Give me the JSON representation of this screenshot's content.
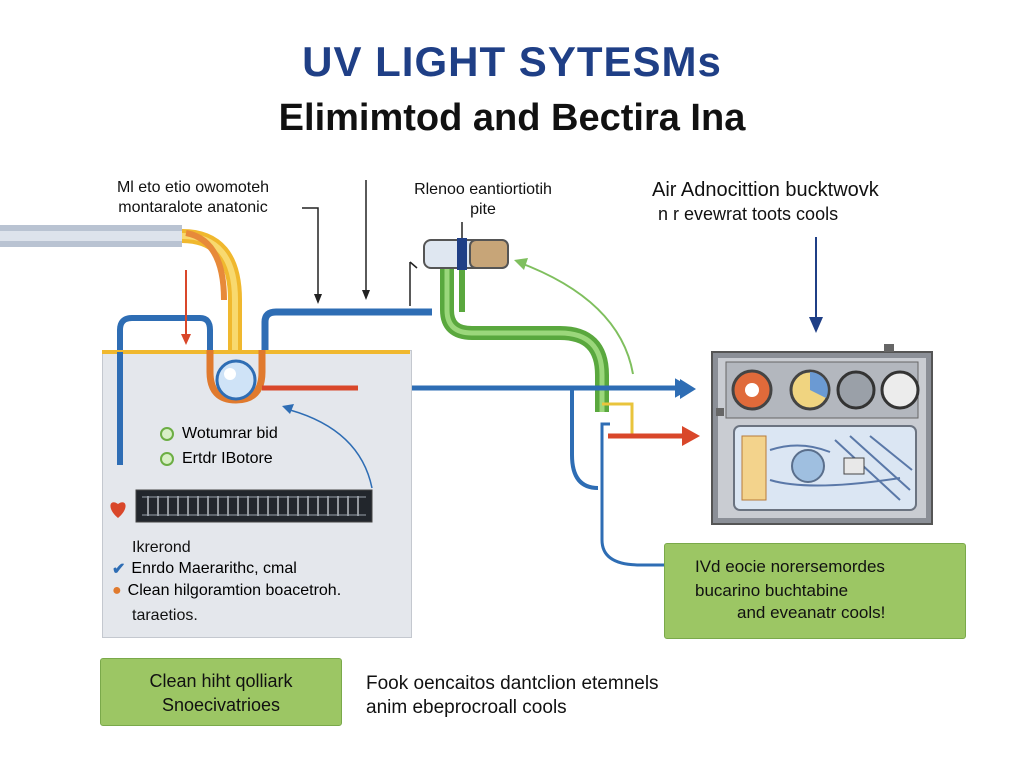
{
  "title": {
    "line1": "UV LIGHT SYTESMs",
    "line2": "Elimimtod and Bectira Ina"
  },
  "labels": {
    "top_left_1": "Ml eto etio owomoteh",
    "top_left_2": "montaralote anatonic",
    "top_mid_1": "Rlenoo eantiortiotih",
    "top_mid_2": "pite",
    "top_right_1": "Air Adnocittion bucktwovk",
    "top_right_2": "n r  evewrat toots cools"
  },
  "panel": {
    "legend": [
      "Wotumrar bid",
      "Ertdr IBotore"
    ],
    "section_title": "Ikrerond",
    "checklist": [
      {
        "mark": "check",
        "text": "Enrdo Maerarithc, cmal"
      },
      {
        "mark": "circle",
        "text": "Clean hilgoramtion boacetroh."
      },
      {
        "mark": "none",
        "text": "taraetios."
      }
    ]
  },
  "right_badge": {
    "line1": "IVd eocie norersemordes",
    "line2": "bucarino buchtabine",
    "line3": "and eveanatr cools!"
  },
  "bottom_left_badge": {
    "line1": "Clean hiht qolliark",
    "line2": "Snoecivatrioes"
  },
  "bottom_text": {
    "line1": "Fook oencaitos dantclion etemnels",
    "line2": "anim ebeprocroall cools"
  },
  "colors": {
    "title_blue": "#1f3f86",
    "pipe_blue": "#2e6db4",
    "pipe_red": "#d9472a",
    "pipe_green": "#5aa83e",
    "pipe_yellow": "#f0b82e",
    "badge_green": "#9cc664",
    "arrow_navy": "#1f3f86"
  }
}
